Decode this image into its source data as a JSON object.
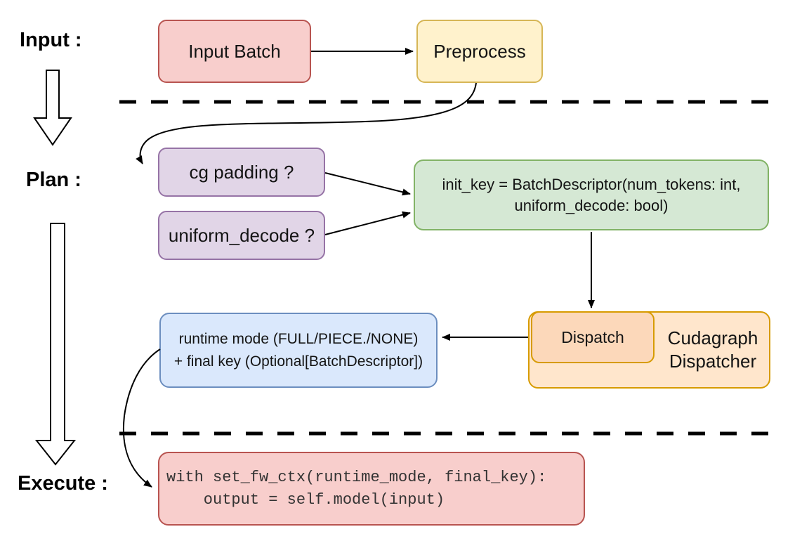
{
  "stages": {
    "input_label": "Input :",
    "plan_label": "Plan :",
    "execute_label": "Execute :"
  },
  "nodes": {
    "input_batch": {
      "label": "Input Batch",
      "fill": "#f8cecc",
      "stroke": "#b85450"
    },
    "preprocess": {
      "label": "Preprocess",
      "fill": "#fff2cc",
      "stroke": "#d6b656"
    },
    "cg_padding": {
      "label": "cg padding ?",
      "fill": "#e1d5e7",
      "stroke": "#9673a6"
    },
    "uniform_decode": {
      "label": "uniform_decode ?",
      "fill": "#e1d5e7",
      "stroke": "#9673a6"
    },
    "init_key": {
      "line1": "init_key = BatchDescriptor(num_tokens: int,",
      "line2": "uniform_decode: bool)",
      "fill": "#d5e8d4",
      "stroke": "#82b366"
    },
    "dispatch": {
      "label": "Dispatch",
      "fill": "#fcd8ba",
      "stroke": "#d79b00"
    },
    "cudagraph_dispatcher": {
      "label": "Cudagraph Dispatcher",
      "fill": "#ffe6cc",
      "stroke": "#d79b00"
    },
    "runtime_mode": {
      "line1": "runtime mode (FULL/PIECE./NONE)",
      "line2": "+ final key (Optional[BatchDescriptor])",
      "fill": "#dae8fc",
      "stroke": "#6c8ebf"
    },
    "execute_code": {
      "code": "with set_fw_ctx(runtime_mode, final_key):\n    output = self.model(input)",
      "fill": "#f8cecc",
      "stroke": "#b85450"
    }
  },
  "edges": [
    {
      "from": "input-batch",
      "to": "preprocess",
      "style": "solid-arrow"
    },
    {
      "from": "preprocess",
      "to": "cg-padding",
      "style": "curved-arrow"
    },
    {
      "from": "cg-padding",
      "to": "init-key",
      "style": "solid-arrow"
    },
    {
      "from": "uniform-decode",
      "to": "init-key",
      "style": "solid-arrow"
    },
    {
      "from": "init-key",
      "to": "dispatch",
      "style": "solid-arrow"
    },
    {
      "from": "dispatch",
      "to": "runtime-mode",
      "style": "solid-arrow"
    },
    {
      "from": "runtime-mode",
      "to": "execute-code",
      "style": "curved-arrow"
    },
    {
      "from": "stage-input",
      "to": "stage-plan",
      "style": "hollow-block-arrow"
    },
    {
      "from": "stage-plan",
      "to": "stage-execute",
      "style": "hollow-block-arrow"
    }
  ],
  "separators": [
    {
      "name": "input-plan-separator",
      "style": "dashed"
    },
    {
      "name": "plan-execute-separator",
      "style": "dashed"
    }
  ],
  "colors": {
    "edge": "#000000",
    "separator": "#000000",
    "text": "#141414",
    "code_text": "#333333",
    "background": "#ffffff"
  }
}
